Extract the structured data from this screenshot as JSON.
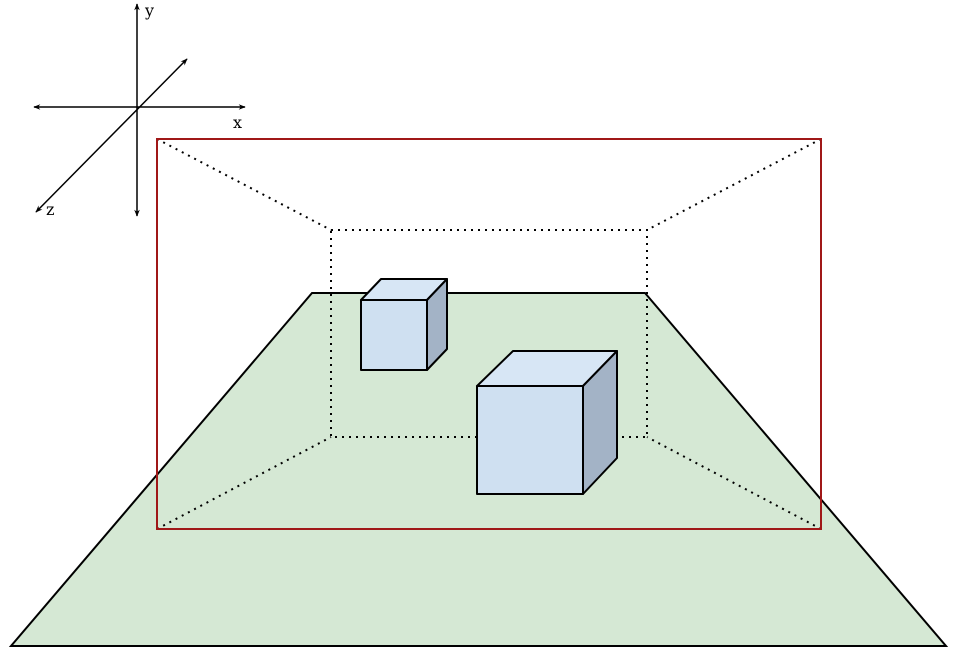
{
  "axes": {
    "x_label": "x",
    "y_label": "y",
    "z_label": "z"
  },
  "colors": {
    "ground_plane_fill": "#d5e8d4",
    "cube_front_fill": "#cfe0f1",
    "cube_top_fill": "#d7e6f5",
    "cube_side_fill": "#a3b3c6",
    "view_frame_stroke": "#a01818",
    "edge_stroke": "#000000"
  }
}
